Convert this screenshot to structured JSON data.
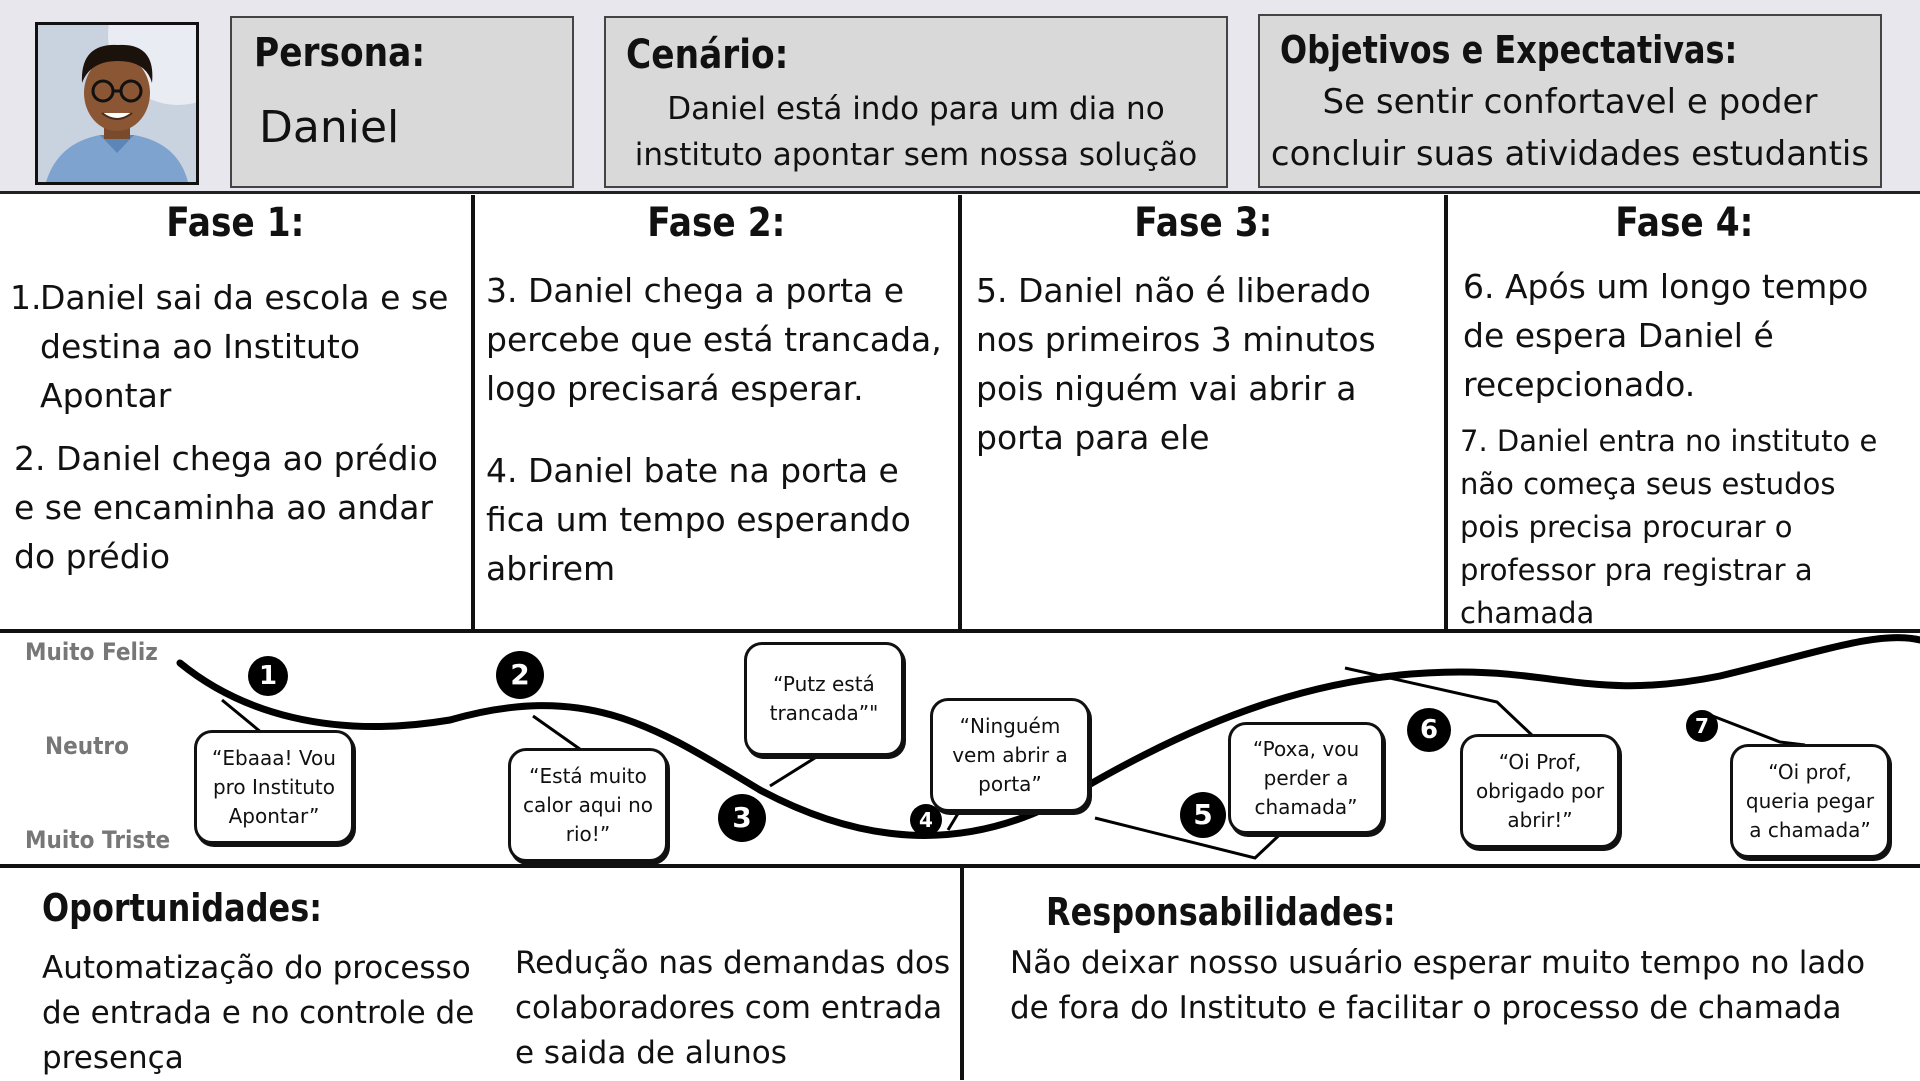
{
  "persona": {
    "label": "Persona:",
    "name": "Daniel"
  },
  "cenario": {
    "label": "Cenário:",
    "text_line1": "Daniel  está indo para um dia no",
    "text_line2": "instituto apontar sem nossa solução"
  },
  "objetivos": {
    "label": "Objetivos e Expectativas:",
    "text_line1": "Se sentir confortavel e poder",
    "text_line2": "concluir suas atividades estudantis"
  },
  "phases": [
    {
      "title": "Fase 1:",
      "items": [
        {
          "num": "1.",
          "lines": [
            "Daniel sai da escola e se",
            "destina ao Instituto",
            "Apontar"
          ]
        },
        {
          "lines": [
            "2. Daniel chega ao prédio",
            "e se encaminha ao andar",
            "do prédio"
          ]
        }
      ]
    },
    {
      "title": "Fase 2:",
      "items": [
        {
          "lines": [
            "3. Daniel chega a porta e",
            "percebe que está trancada,",
            "logo precisará esperar."
          ]
        },
        {
          "lines": [
            "4. Daniel bate na porta e",
            "fica um tempo esperando",
            "abrirem"
          ]
        }
      ]
    },
    {
      "title": "Fase 3:",
      "items": [
        {
          "lines": [
            "5. Daniel não é liberado",
            "nos primeiros 3 minutos",
            "pois niguém vai abrir a",
            "porta para ele"
          ]
        }
      ]
    },
    {
      "title": "Fase 4:",
      "items": [
        {
          "lines": [
            "6. Após um longo tempo",
            "de espera Daniel é",
            "recepcionado."
          ]
        },
        {
          "lines": [
            "7. Daniel entra no instituto e",
            "não começa seus estudos",
            "pois precisa procurar o",
            "professor pra registrar a",
            "chamada"
          ]
        }
      ]
    }
  ],
  "emotion_scale": {
    "top": "Muito Feliz",
    "middle": "Neutro",
    "bottom": "Muito Triste"
  },
  "markers": [
    "1",
    "2",
    "3",
    "4",
    "5",
    "6",
    "7"
  ],
  "bubbles": [
    {
      "lines": [
        "“Ebaaa! Vou",
        "pro Instituto",
        "Apontar”"
      ]
    },
    {
      "lines": [
        "“Está muito",
        "calor aqui no",
        "rio!”"
      ]
    },
    {
      "lines": [
        "“Putz está",
        "trancada”\""
      ]
    },
    {
      "lines": [
        "“Ninguém",
        "vem abrir a",
        "porta”"
      ]
    },
    {
      "lines": [
        "“Poxa, vou",
        "perder a",
        "chamada”"
      ]
    },
    {
      "lines": [
        "“Oi Prof,",
        "obrigado por",
        "abrir!”"
      ]
    },
    {
      "lines": [
        "“Oi prof,",
        "queria pegar",
        "a chamada”"
      ]
    }
  ],
  "oportunidades": {
    "label": "Oportunidades:",
    "col1": [
      "Automatização do processo",
      "de entrada e no controle de",
      "presença"
    ],
    "col2": [
      "Redução nas demandas dos",
      "colaboradores com entrada",
      "e saida de alunos"
    ]
  },
  "responsabilidades": {
    "label": "Responsabilidades:",
    "lines": [
      "Não deixar nosso usuário esperar muito tempo no lado",
      "de fora do Instituto e facilitar o processo de chamada"
    ]
  },
  "colors": {
    "header_bg": "#e8e7ee",
    "box_bg": "#d9d9d9",
    "ink": "#111111",
    "scale_label": "#777777"
  }
}
